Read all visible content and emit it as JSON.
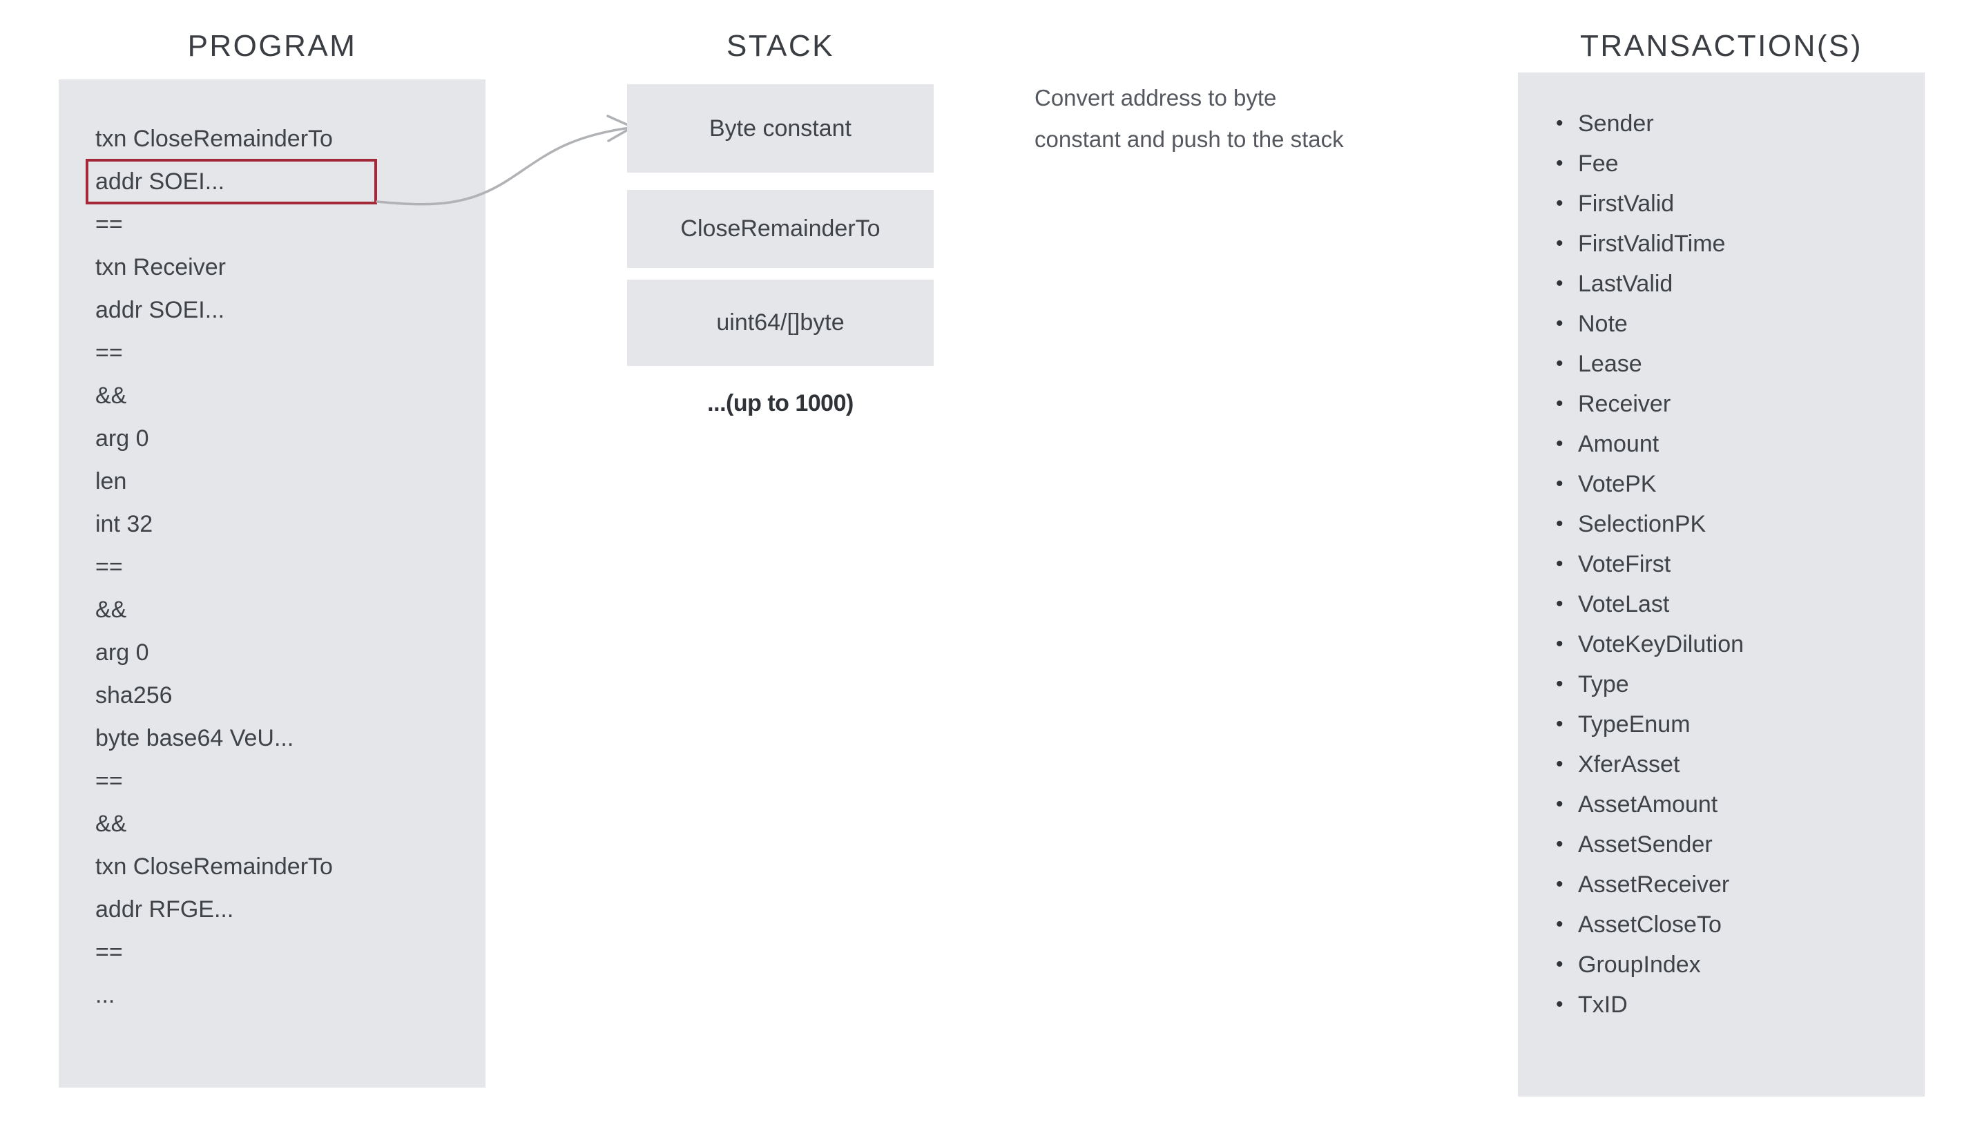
{
  "program": {
    "title": "PROGRAM",
    "lines": [
      {
        "text": "txn CloseRemainderTo",
        "highlighted": false
      },
      {
        "text": "addr SOEI...",
        "highlighted": true
      },
      {
        "text": "==",
        "highlighted": false
      },
      {
        "text": "txn Receiver",
        "highlighted": false
      },
      {
        "text": "addr SOEI...",
        "highlighted": false
      },
      {
        "text": "==",
        "highlighted": false
      },
      {
        "text": "&&",
        "highlighted": false
      },
      {
        "text": "arg 0",
        "highlighted": false
      },
      {
        "text": "len",
        "highlighted": false
      },
      {
        "text": "int 32",
        "highlighted": false
      },
      {
        "text": "==",
        "highlighted": false
      },
      {
        "text": "&&",
        "highlighted": false
      },
      {
        "text": "arg 0",
        "highlighted": false
      },
      {
        "text": "sha256",
        "highlighted": false
      },
      {
        "text": "byte base64 VeU...",
        "highlighted": false
      },
      {
        "text": "==",
        "highlighted": false
      },
      {
        "text": "&&",
        "highlighted": false
      },
      {
        "text": "txn CloseRemainderTo",
        "highlighted": false
      },
      {
        "text": "addr RFGE...",
        "highlighted": false
      },
      {
        "text": "==",
        "highlighted": false
      },
      {
        "text": "...",
        "highlighted": false
      }
    ],
    "highlight_color": "#a3293a"
  },
  "stack": {
    "title": "STACK",
    "cells": [
      {
        "label": "Byte constant"
      },
      {
        "label": "CloseRemainderTo"
      },
      {
        "label": "uint64/[]byte"
      }
    ],
    "more_label": "...(up to 1000)"
  },
  "annotation": {
    "line1": "Convert address to byte",
    "line2": "constant and push to the stack"
  },
  "arrow": {
    "icon": "curved-arrow-right-icon",
    "color": "#b0b2b5"
  },
  "transactions": {
    "title": "TRANSACTION(S)",
    "fields": [
      "Sender",
      "Fee",
      "FirstValid",
      "FirstValidTime",
      "LastValid",
      "Note",
      "Lease",
      "Receiver",
      "Amount",
      "VotePK",
      "SelectionPK",
      "VoteFirst",
      "VoteLast",
      "VoteKeyDilution",
      "Type",
      "TypeEnum",
      "XferAsset",
      "AssetAmount",
      "AssetSender",
      "AssetReceiver",
      "AssetCloseTo",
      "GroupIndex",
      "TxID"
    ]
  },
  "theme": {
    "panel_bg": "#e4e6e9",
    "text": "#3f4247",
    "page_bg": "#ffffff"
  }
}
